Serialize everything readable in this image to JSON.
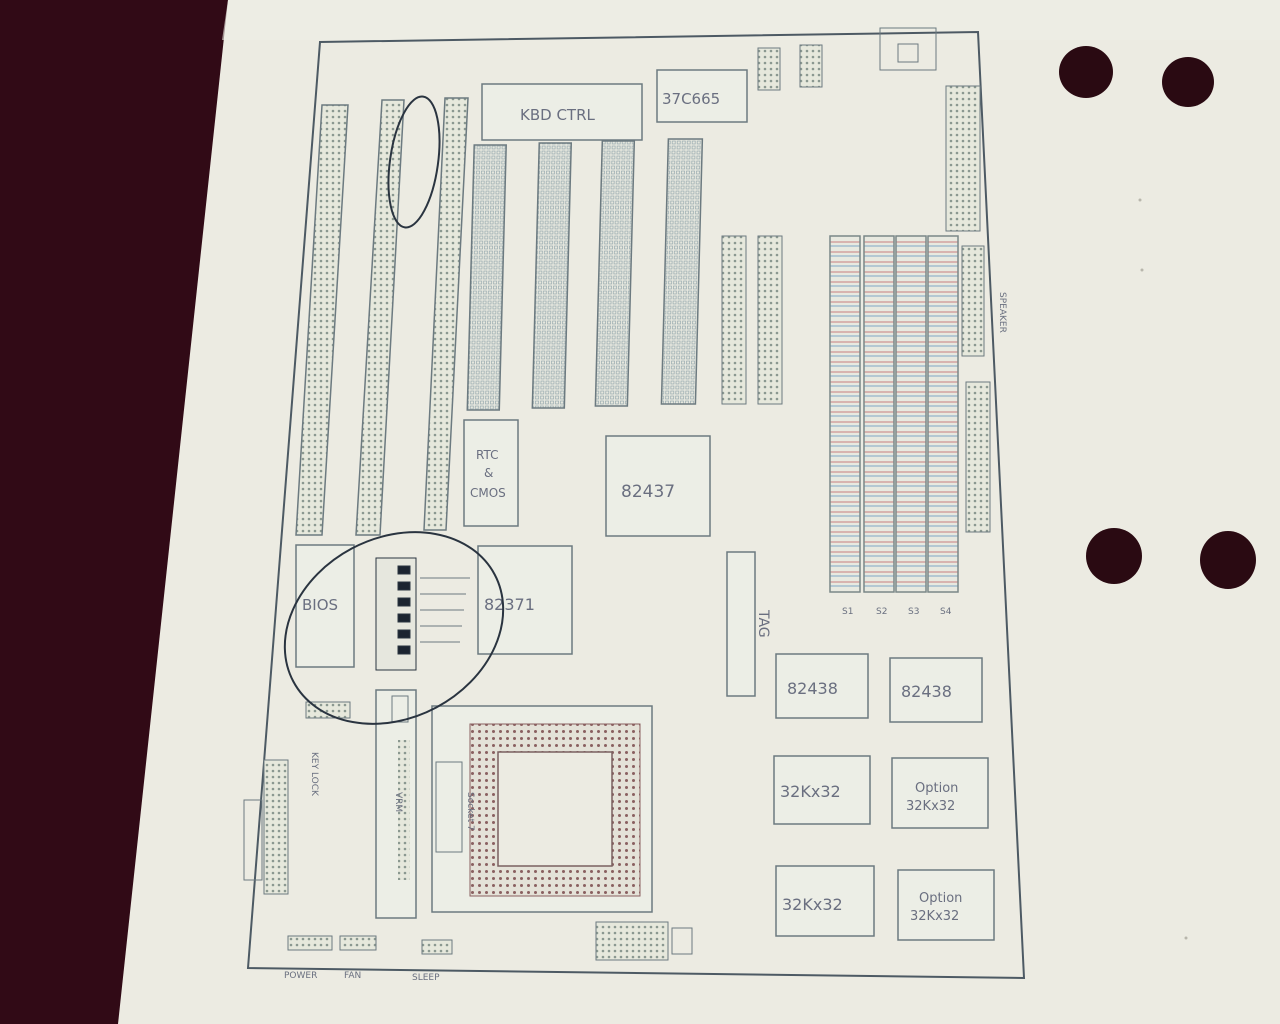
{
  "colors": {
    "desk": "#3a0d1a",
    "paper": "#ecebe2",
    "ink": "#4d5a64",
    "trace_red": "#c98080",
    "trace_blue": "#7fa6c6",
    "marker": "#2a3440",
    "hole": "#2a0a12"
  },
  "chips": {
    "kbd_ctrl": "KBD CTRL",
    "io_chip": "37C665",
    "rtc_line1": "RTC",
    "rtc_line2": "&",
    "rtc_line3": "CMOS",
    "chipset_main": "82437",
    "bios": "BIOS",
    "southbridge": "82371",
    "tag": "TAG",
    "dpc_left": "82438",
    "dpc_right": "82438",
    "cache_a": "32Kx32",
    "cache_b": "32Kx32",
    "cache_opt_a_line1": "Option",
    "cache_opt_a_line2": "32Kx32",
    "cache_opt_b_line1": "Option",
    "cache_opt_b_line2": "32Kx32",
    "socket": "Socket 7",
    "vrm": "VRM"
  },
  "simm_labels": [
    "S1",
    "S2",
    "S3",
    "S4"
  ],
  "connector_labels": {
    "kb_lock": "KEY LOCK",
    "power": "POWER",
    "speaker": "SPEAKER",
    "fan": "FAN",
    "sleep": "SLEEP"
  },
  "icons": {
    "punch_holes": "punch-hole-icon",
    "circle_marks": "marker-circle-icon"
  }
}
